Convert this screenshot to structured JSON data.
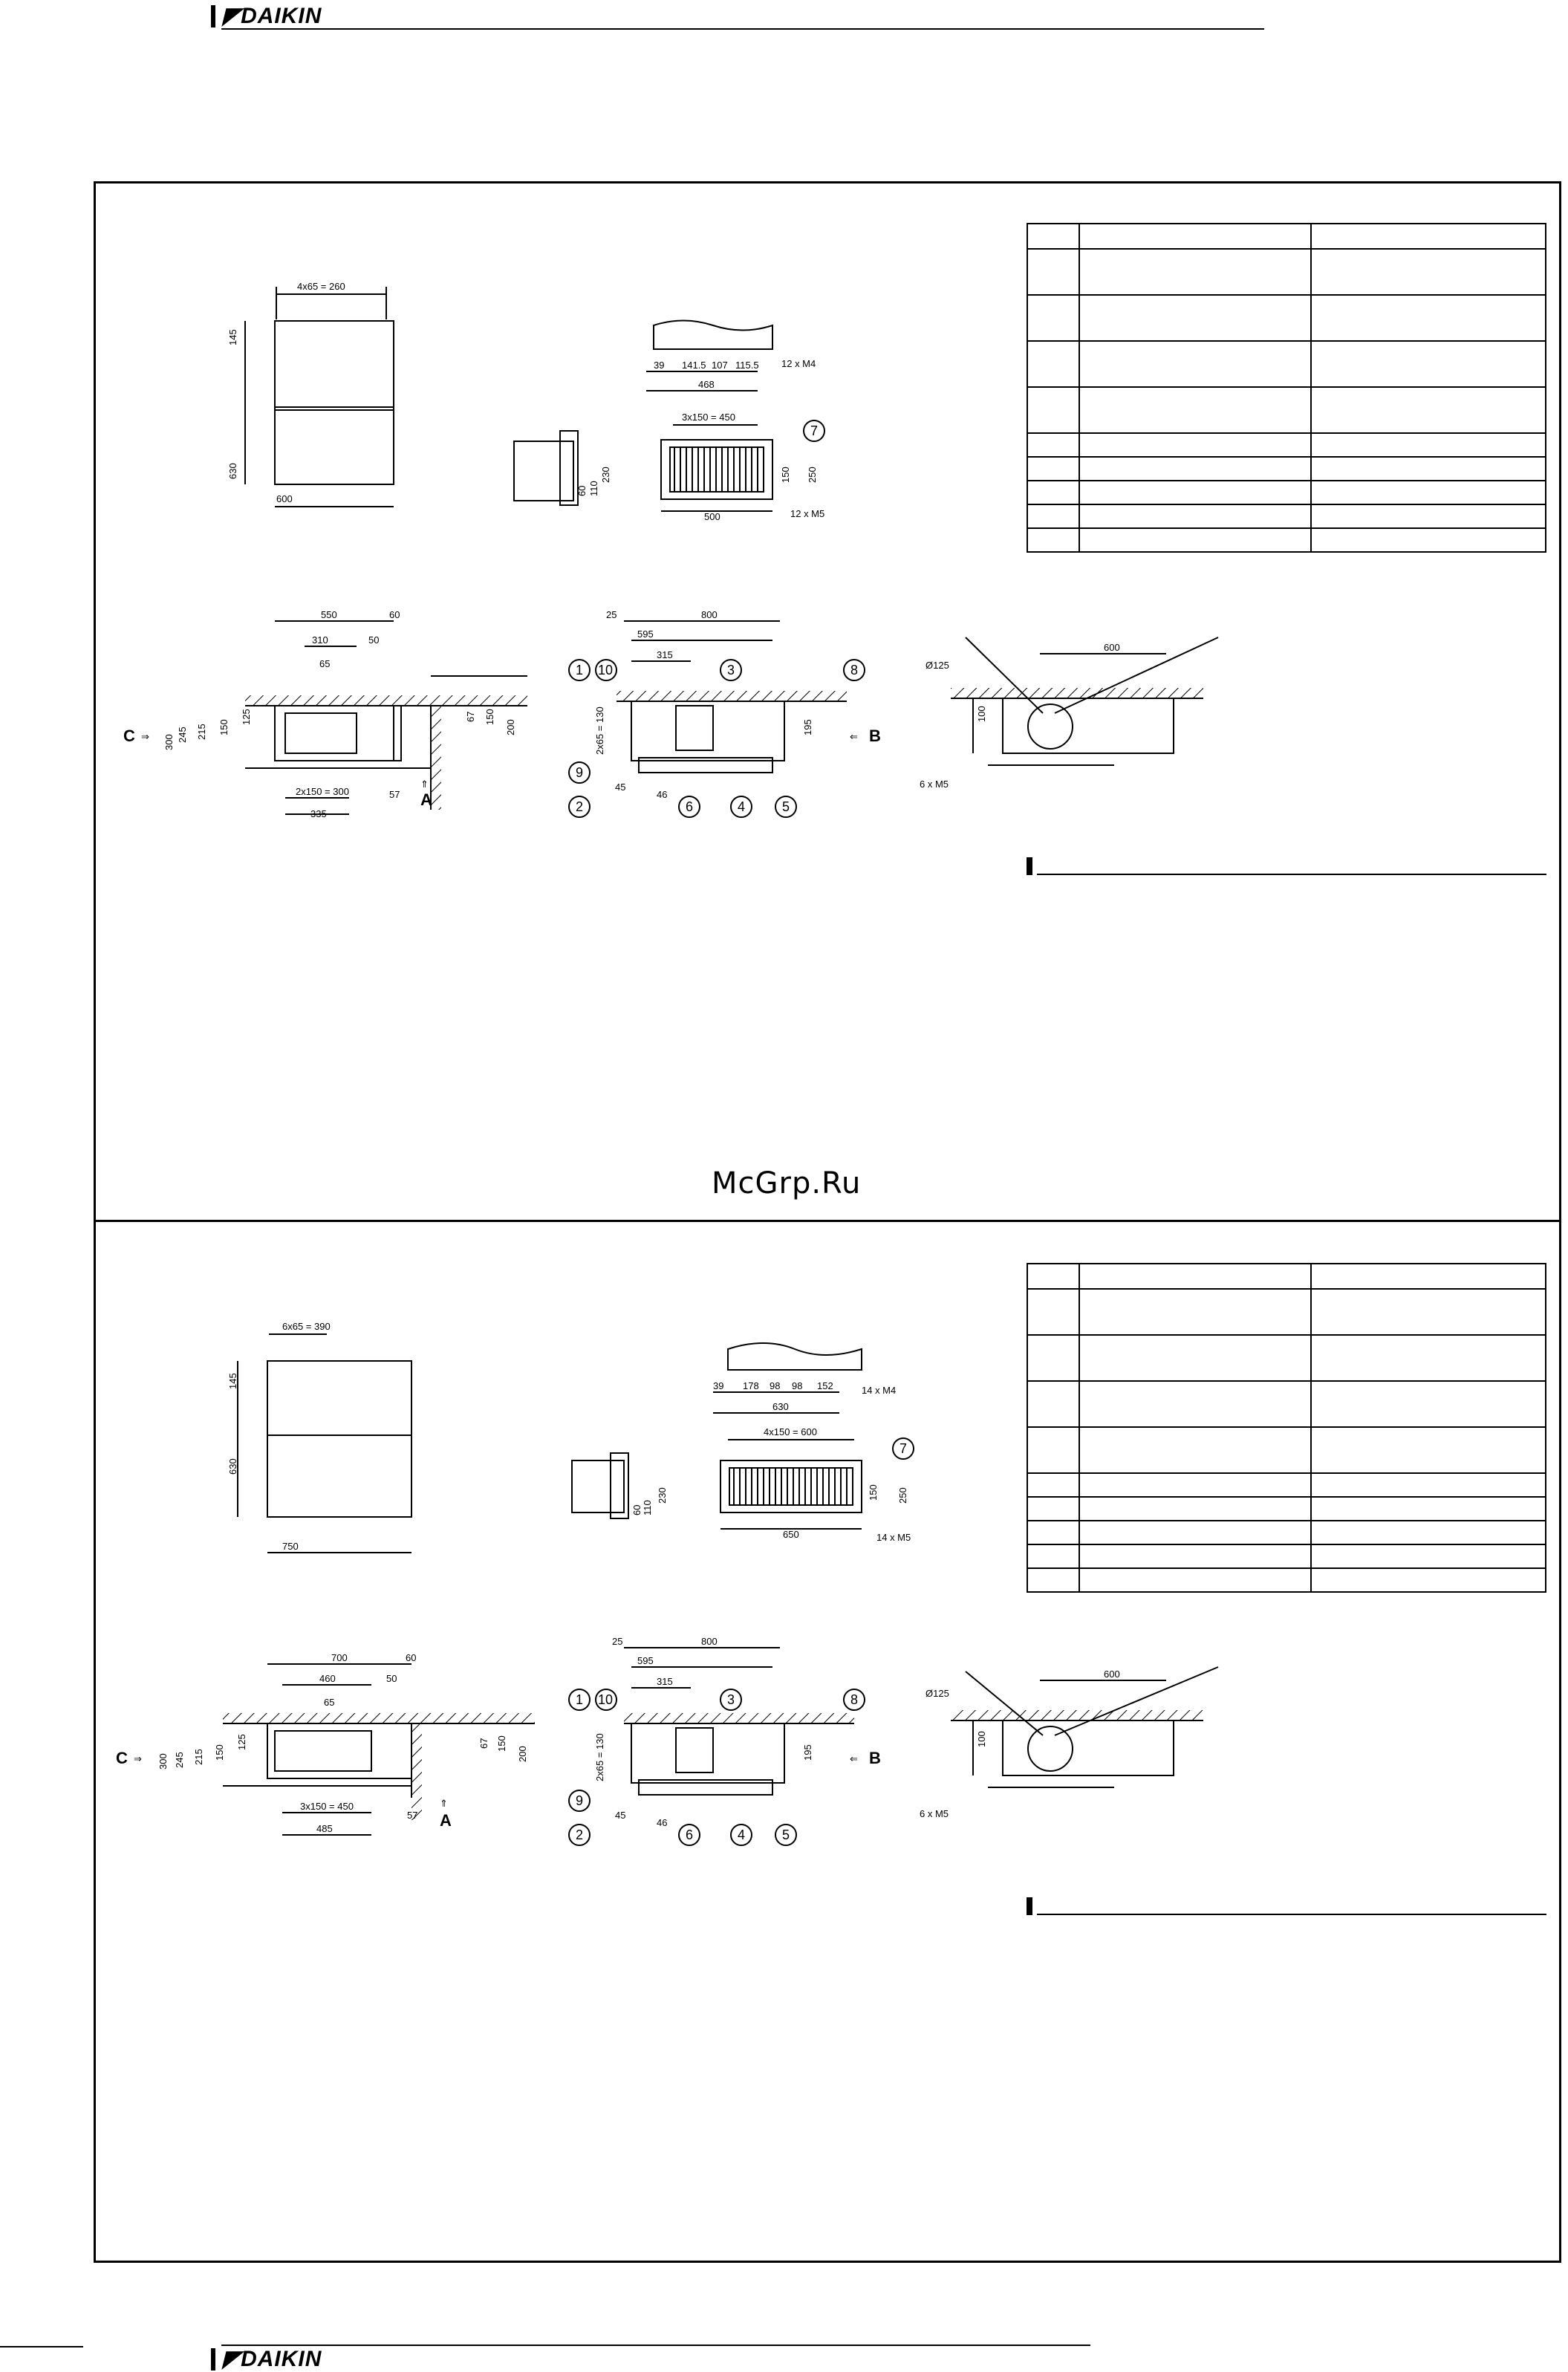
{
  "header": {
    "brand": "DAIKIN"
  },
  "footer": {
    "brand": "DAIKIN"
  },
  "watermark": "McGrp.Ru",
  "sections": [
    {
      "plan": {
        "top": "4x65 = 260",
        "width": "600",
        "h1": "145",
        "h2": "630"
      },
      "strip": {
        "bolts": "12 x M4",
        "segs": [
          "39",
          "141.5",
          "107",
          "115.5"
        ],
        "total": "468"
      },
      "grille": {
        "top": "3x150 = 450",
        "bottom": "500",
        "h1": "150",
        "h2": "250",
        "bolts": "12 x M5",
        "callout": "7"
      },
      "side": {
        "a": "60",
        "b": "110",
        "c": "230"
      },
      "elevA": {
        "top1": "550",
        "top2": "60",
        "mid1": "310",
        "mid2": "50",
        "inner": "65",
        "h1": "300",
        "h2": "245",
        "h3": "215",
        "h4": "150",
        "h5": "125",
        "r1": "67",
        "r2": "150",
        "r3": "200",
        "bot1": "2x150 = 300",
        "bot2": "57",
        "bot3": "335",
        "labelC": "C",
        "labelA": "A"
      },
      "elevB": {
        "t1": "25",
        "t2": "800",
        "t3": "595",
        "t4": "315",
        "v1": "2x65 = 130",
        "v2": "195",
        "b1": "45",
        "b2": "46",
        "labelB": "B",
        "callouts": [
          "1",
          "10",
          "3",
          "8",
          "9",
          "2",
          "6",
          "4",
          "5"
        ]
      },
      "elevC": {
        "dia": "Ø125",
        "w": "600",
        "h": "100",
        "bolts": "6 x M5"
      }
    },
    {
      "plan": {
        "top": "6x65 = 390",
        "width": "750",
        "h1": "145",
        "h2": "630"
      },
      "strip": {
        "bolts": "14 x M4",
        "segs": [
          "39",
          "178",
          "98",
          "98",
          "152"
        ],
        "total": "630"
      },
      "grille": {
        "top": "4x150 = 600",
        "bottom": "650",
        "h1": "150",
        "h2": "250",
        "bolts": "14 x M5",
        "callout": "7"
      },
      "side": {
        "a": "60",
        "b": "110",
        "c": "230"
      },
      "elevA": {
        "top1": "700",
        "top2": "60",
        "mid1": "460",
        "mid2": "50",
        "inner": "65",
        "h1": "300",
        "h2": "245",
        "h3": "215",
        "h4": "150",
        "h5": "125",
        "r1": "67",
        "r2": "150",
        "r3": "200",
        "bot1": "3x150 = 450",
        "bot2": "57",
        "bot3": "485",
        "labelC": "C",
        "labelA": "A"
      },
      "elevB": {
        "t1": "25",
        "t2": "800",
        "t3": "595",
        "t4": "315",
        "v1": "2x65 = 130",
        "v2": "195",
        "b1": "45",
        "b2": "46",
        "labelB": "B",
        "callouts": [
          "1",
          "10",
          "3",
          "8",
          "9",
          "2",
          "6",
          "4",
          "5"
        ]
      },
      "elevC": {
        "dia": "Ø125",
        "w": "600",
        "h": "100",
        "bolts": "6 x M5"
      }
    }
  ]
}
